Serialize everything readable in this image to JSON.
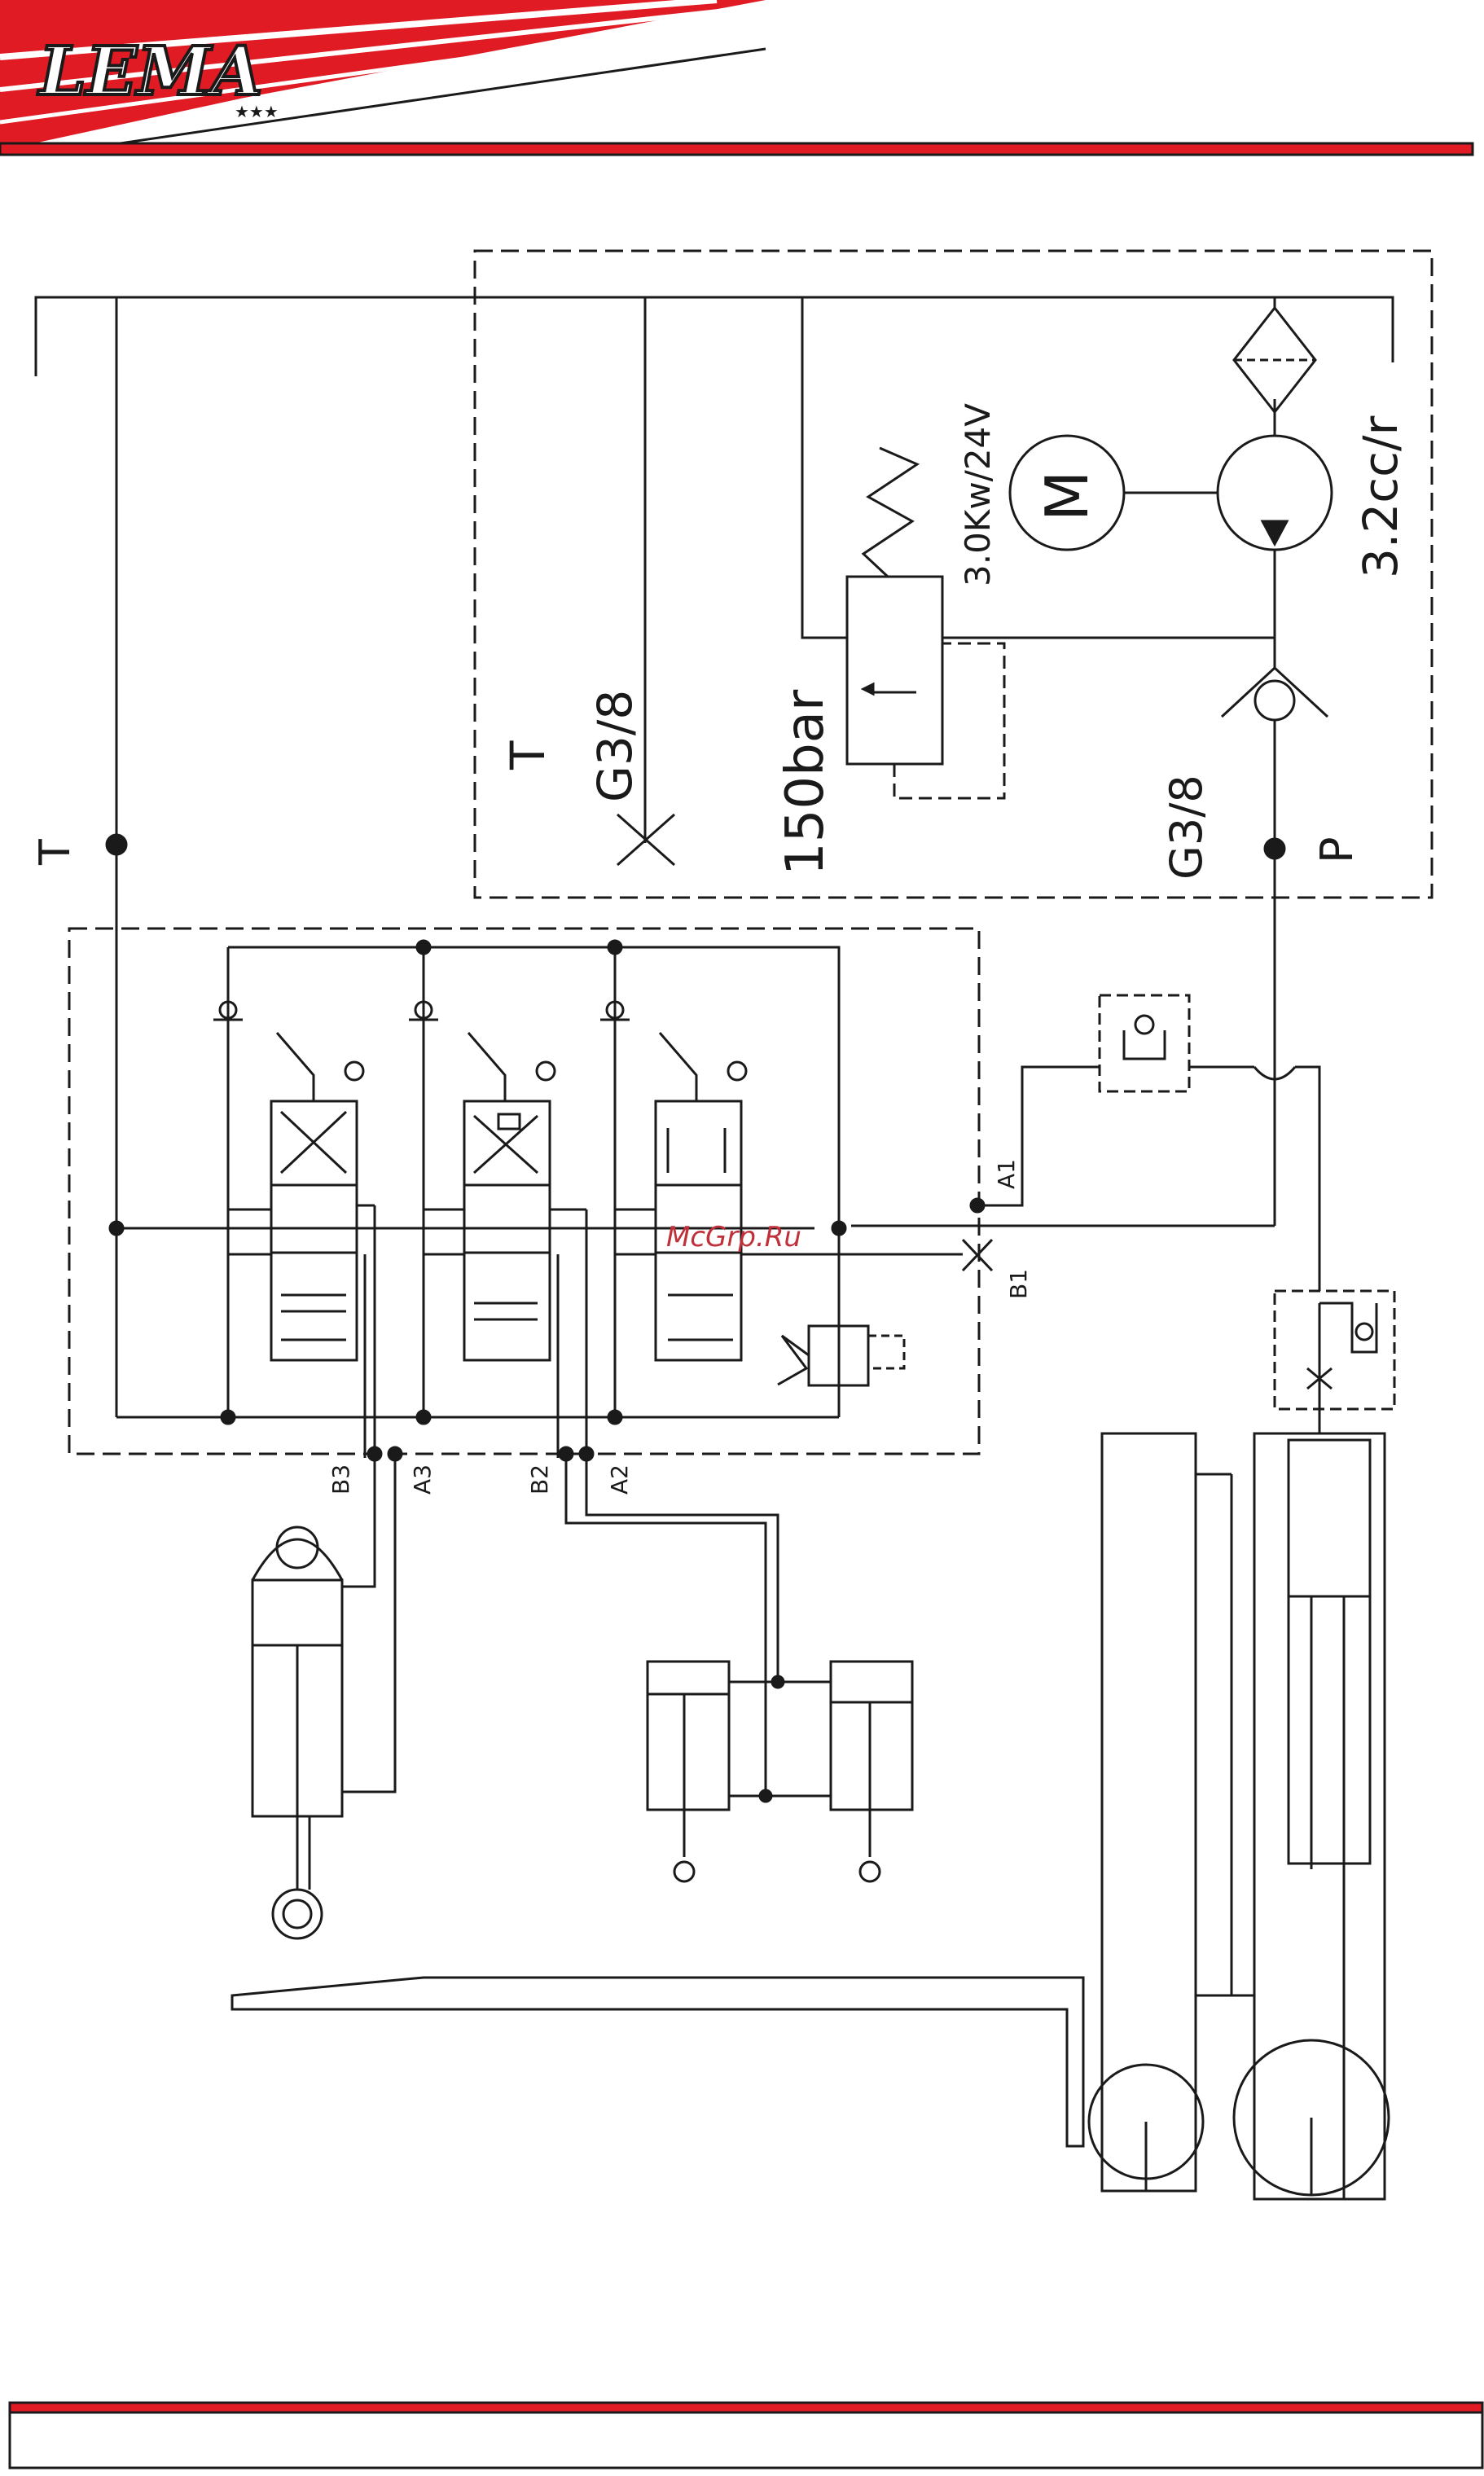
{
  "header": {
    "brand": "LEMA",
    "stars": "★★★",
    "colors": {
      "red": "#e01b24",
      "dark": "#1a1a1a"
    }
  },
  "diagram": {
    "labels": {
      "tank": "T",
      "tank_port_size": "G3/8",
      "relief_setting": "150bar",
      "motor_power": "3.0Kw/24V",
      "motor_symbol": "M",
      "pump_displacement": "3.2cc/r",
      "pressure_port_size": "G3/8",
      "pressure": "P",
      "return_left": "T",
      "port_a1": "A1",
      "port_b1": "B1",
      "port_a2": "A2",
      "port_b2": "B2",
      "port_a3": "A3",
      "port_b3": "B3"
    },
    "watermark": "McGrp.Ru"
  },
  "footer": {
    "colors": {
      "red": "#e01b24"
    }
  }
}
